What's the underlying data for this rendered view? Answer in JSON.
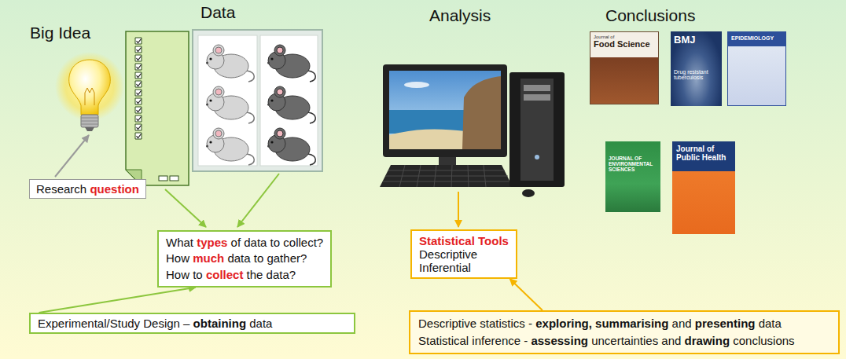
{
  "diagram": {
    "nodes": [
      {
        "text": [
          "Research question"
        ]
      },
      {
        "text": [
          "What types of data to collect?",
          "How much data to gather?",
          "How to collect the data?"
        ]
      },
      {
        "text": [
          "Experimental/Study Design – obtaining data"
        ]
      },
      {
        "text": [
          "Statistical Tools",
          "Descriptive",
          "Inferential"
        ]
      },
      {
        "text": [
          "Descriptive statistics - exploring, summarising and presenting data",
          "Statistical inference - assessing uncertainties and drawing conclusions"
        ]
      },
      {
        "text": [
          "Journal of",
          "Food Science"
        ]
      },
      {
        "text": [
          "BMJ",
          "Drug resistant tuberculosis"
        ]
      },
      {
        "text": [
          "EPIDEMIOLOGY"
        ]
      },
      {
        "text": [
          "JOURNAL OF ENVIRONMENTAL SCIENCES"
        ]
      },
      {
        "text": [
          "Journal of Public Health"
        ]
      }
    ],
    "edges": [
      {
        "from": 2,
        "to": 1,
        "arrow": "to"
      },
      {
        "from": 4,
        "to": 3,
        "arrow": "to"
      }
    ],
    "labels": [
      "Big Idea",
      "Data",
      "Analysis",
      "Conclusions"
    ]
  }
}
